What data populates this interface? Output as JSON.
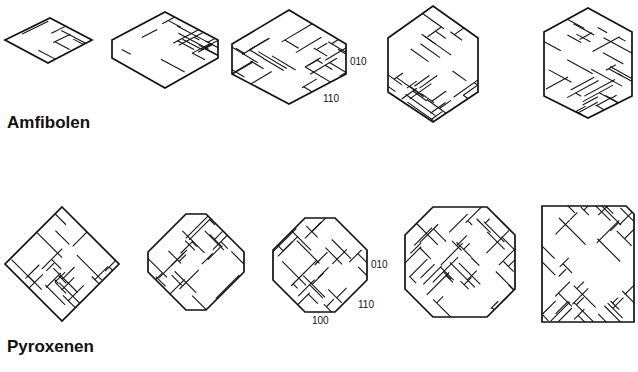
{
  "diagram": {
    "labels": [
      "Amfibolen",
      "010",
      "110",
      "Pyroxenen",
      "010",
      "110",
      "100"
    ]
  }
}
